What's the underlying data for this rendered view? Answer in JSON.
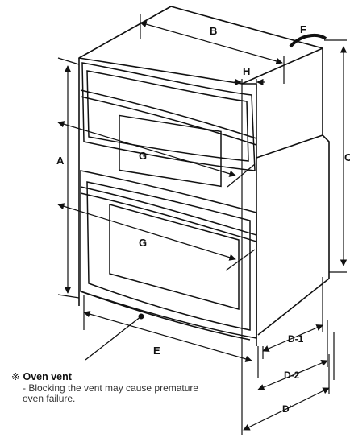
{
  "labels": {
    "A": "A",
    "B": "B",
    "C": "C",
    "D1": "D-1",
    "D2": "D-2",
    "D_prime": "D'",
    "E": "E",
    "F": "F",
    "G_upper": "G",
    "G_lower": "G",
    "H": "H"
  },
  "note": {
    "symbol": "※",
    "title": "Oven vent",
    "text": "- Blocking the vent may cause premature oven failure."
  }
}
